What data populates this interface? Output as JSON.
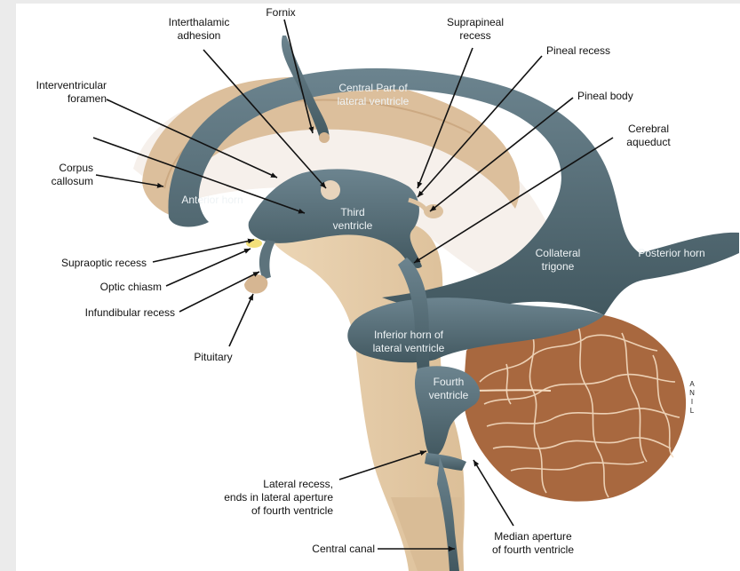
{
  "labels": {
    "fornix": "Fornix",
    "interthalamic_adhesion": "Interthalamic\nadhesion",
    "suprapineal_recess": "Suprapineal\nrecess",
    "pineal_recess": "Pineal recess",
    "pineal_body": "Pineal body",
    "cerebral_aqueduct": "Cerebral\naqueduct",
    "interventricular_foramen": "Interventricular\nforamen",
    "corpus_callosum": "Corpus\ncallosum",
    "supraoptic_recess": "Supraoptic recess",
    "optic_chiasm": "Optic chiasm",
    "infundibular_recess": "Infundibular recess",
    "pituitary": "Pituitary",
    "lateral_recess": "Lateral recess,\nends in lateral aperture\nof fourth ventricle",
    "central_canal": "Central canal",
    "median_aperture": "Median aperture\nof fourth ventricle"
  },
  "inner_labels": {
    "central_part": "Central Part of\nlateral ventricle",
    "anterior_horn": "Anterior horn",
    "third_ventricle": "Third\nventricle",
    "collateral_trigone": "Collateral\ntrigone",
    "posterior_horn": "Posterior horn",
    "inferior_horn": "Inferior horn of\nlateral ventricle",
    "fourth_ventricle": "Fourth\nventricle"
  },
  "orientation": {
    "a": "A",
    "n": "N",
    "i": "I",
    "l": "L"
  },
  "colors": {
    "ventricle": "#4f6670",
    "ventricle_light": "#6c848f",
    "brainstem": "#e7cfae",
    "callosum": "#d9b894",
    "cerebellum": "#a8683f",
    "cerebellum_line": "#f4dcc1",
    "optic": "#f3e07a",
    "leader": "#111111",
    "background": "#ebebeb"
  }
}
